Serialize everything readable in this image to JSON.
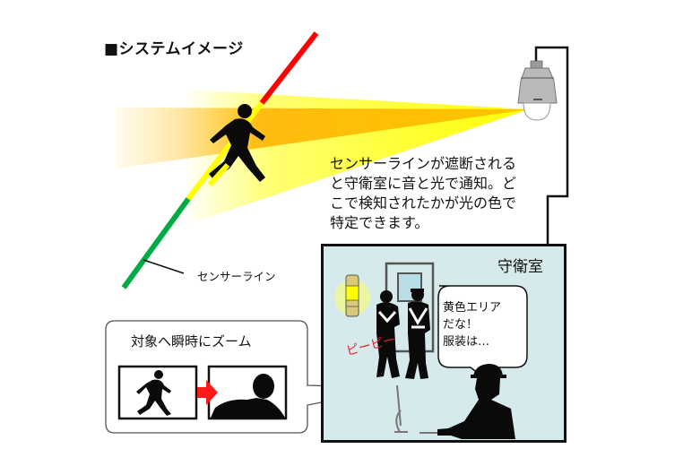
{
  "title": "■システムイメージ",
  "description": {
    "lines": [
      "センサーラインが遮断される",
      "と守衛室に音と光で通知。ど",
      "こで検知されたかが光の色で",
      "特定できます。"
    ]
  },
  "sensor_line": {
    "label": "センサーライン",
    "segments": [
      {
        "color": "#ff0000",
        "zone": "red"
      },
      {
        "color": "#ffff00",
        "zone": "yellow"
      },
      {
        "color": "#00aa44",
        "zone": "green"
      }
    ]
  },
  "guard_room": {
    "label": "守衛室",
    "speech_bubble": [
      "黄色エリア",
      "だな！",
      "服装は…"
    ],
    "alarm_sound": "ピーピー",
    "signal_tower_active_color": "#ffff00",
    "background_color": "#d6eaec"
  },
  "zoom_callout": {
    "label": "対象へ瞬時にズーム",
    "arrow_color": "#ff0000"
  },
  "colors": {
    "beam_yellow": "#ffff00",
    "beam_orange": "#ffb000",
    "wire": "#111111",
    "camera_body": "#b9b9b9"
  }
}
